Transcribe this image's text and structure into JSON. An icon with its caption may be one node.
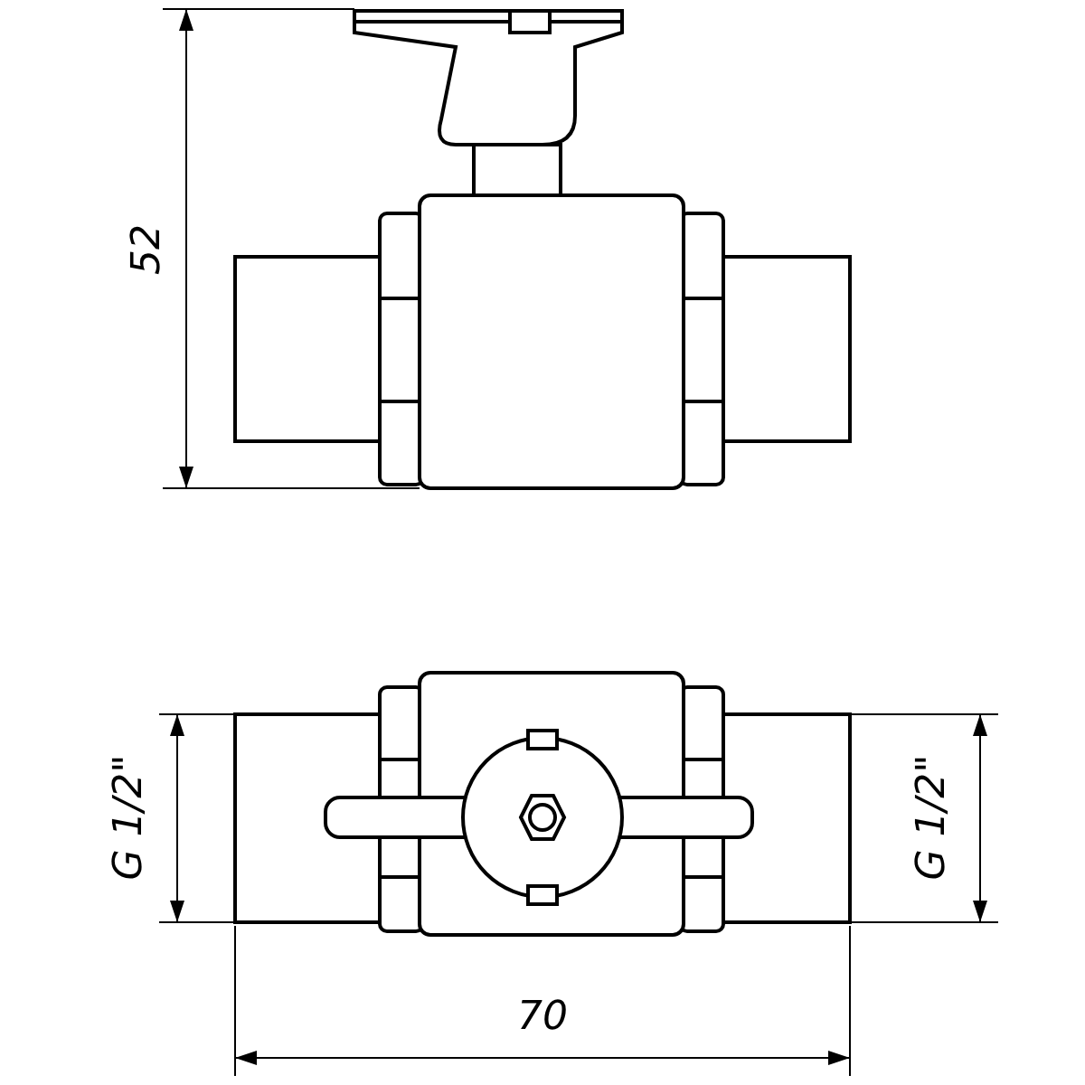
{
  "diagram": {
    "labels": [
      "52",
      "G 1/2\"",
      "G 1/2\"",
      "70"
    ]
  }
}
